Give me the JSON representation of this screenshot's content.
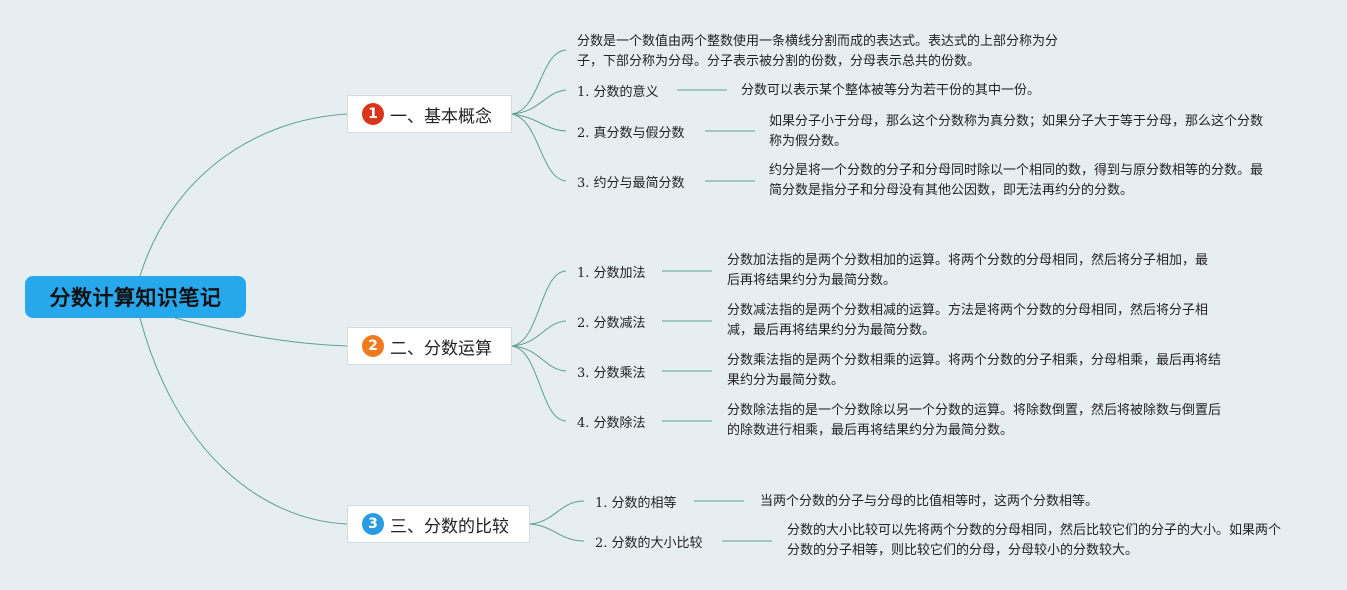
{
  "root": {
    "title": "分数计算知识笔记"
  },
  "colors": {
    "root_bg": "#28a8ec",
    "badge1": "#d9341c",
    "badge2": "#f07b1e",
    "badge3": "#2a9be0",
    "line": "#5f9e90"
  },
  "branches": [
    {
      "number": "1",
      "title": "一、基本概念",
      "intro": "分数是一个数值由两个整数使用一条横线分割而成的表达式。表达式的上部分称为分子，下部分称为分母。分子表示被分割的份数，分母表示总共的份数。",
      "items": [
        {
          "label": "1. 分数的意义",
          "desc": "分数可以表示某个整体被等分为若干份的其中一份。"
        },
        {
          "label": "2. 真分数与假分数",
          "desc": "如果分子小于分母，那么这个分数称为真分数；如果分子大于等于分母，那么这个分数称为假分数。"
        },
        {
          "label": "3. 约分与最简分数",
          "desc": "约分是将一个分数的分子和分母同时除以一个相同的数，得到与原分数相等的分数。最简分数是指分子和分母没有其他公因数，即无法再约分的分数。"
        }
      ]
    },
    {
      "number": "2",
      "title": "二、分数运算",
      "items": [
        {
          "label": "1. 分数加法",
          "desc": "分数加法指的是两个分数相加的运算。将两个分数的分母相同，然后将分子相加，最后再将结果约分为最简分数。"
        },
        {
          "label": "2. 分数减法",
          "desc": "分数减法指的是两个分数相减的运算。方法是将两个分数的分母相同，然后将分子相减，最后再将结果约分为最简分数。"
        },
        {
          "label": "3. 分数乘法",
          "desc": "分数乘法指的是两个分数相乘的运算。将两个分数的分子相乘，分母相乘，最后再将结果约分为最简分数。"
        },
        {
          "label": "4. 分数除法",
          "desc": "分数除法指的是一个分数除以另一个分数的运算。将除数倒置，然后将被除数与倒置后的除数进行相乘，最后再将结果约分为最简分数。"
        }
      ]
    },
    {
      "number": "3",
      "title": "三、分数的比较",
      "items": [
        {
          "label": "1. 分数的相等",
          "desc": "当两个分数的分子与分母的比值相等时，这两个分数相等。"
        },
        {
          "label": "2. 分数的大小比较",
          "desc": "分数的大小比较可以先将两个分数的分母相同，然后比较它们的分子的大小。如果两个分数的分子相等，则比较它们的分母，分母较小的分数较大。"
        }
      ]
    }
  ]
}
